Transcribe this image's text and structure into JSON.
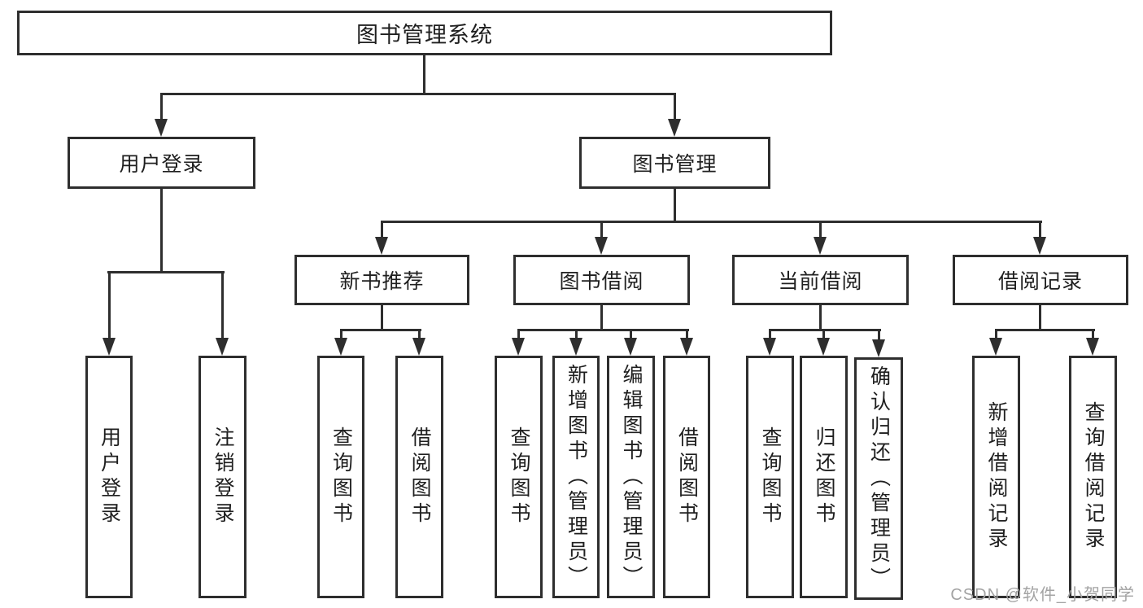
{
  "colors": {
    "line": "#2e2e2e",
    "text": "#1f1f1f",
    "watermark": "#a3a3a3",
    "background": "#ffffff"
  },
  "watermark": {
    "text": "CSDN @软件_小贺同学"
  },
  "nodes": {
    "root": {
      "label": "图书管理系统"
    },
    "user_login": {
      "label": "用户登录"
    },
    "book_management": {
      "label": "图书管理"
    },
    "new_book_recommend": {
      "label": "新书推荐"
    },
    "book_borrow": {
      "label": "图书借阅"
    },
    "current_borrow": {
      "label": "当前借阅"
    },
    "borrow_records": {
      "label": "借阅记录"
    },
    "leaves": {
      "user_login_leaf": {
        "label": "用户登录"
      },
      "logout_leaf": {
        "label": "注销登录"
      },
      "nb_query_books": {
        "label": "查询图书"
      },
      "nb_borrow_books": {
        "label": "借阅图书"
      },
      "bb_query_books": {
        "label": "查询图书"
      },
      "bb_add_books": {
        "label": "新增图书（管理员）"
      },
      "bb_edit_books": {
        "label": "编辑图书（管理员）"
      },
      "bb_borrow_books": {
        "label": "借阅图书"
      },
      "cb_query_books": {
        "label": "查询图书"
      },
      "cb_return_books": {
        "label": "归还图书"
      },
      "cb_confirm_return": {
        "label": "确认归还（管理员）"
      },
      "br_add_record": {
        "label": "新增借阅记录"
      },
      "br_query_record": {
        "label": "查询借阅记录"
      }
    }
  }
}
